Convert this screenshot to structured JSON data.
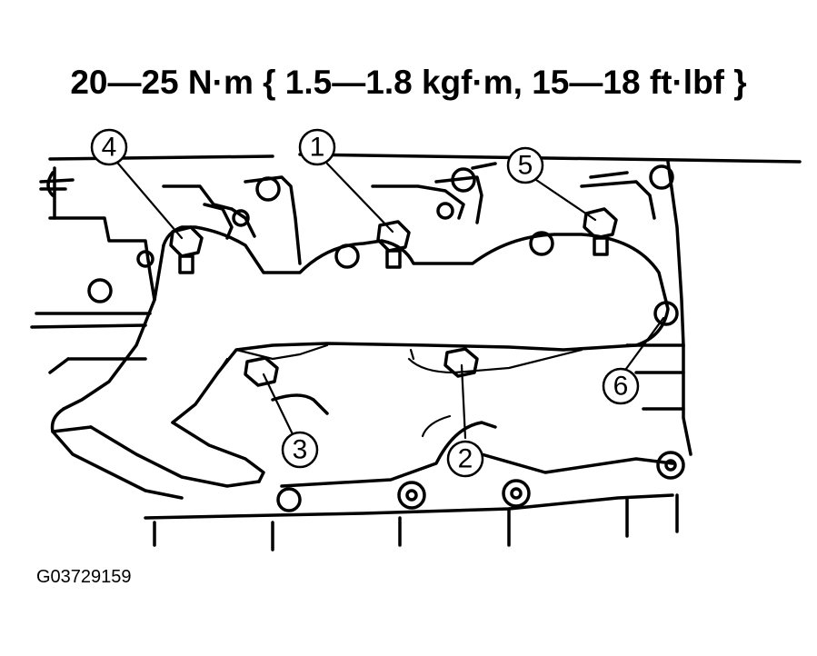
{
  "torque_spec": "20—25 N·m { 1.5—1.8 kgf·m, 15—18 ft·lbf }",
  "figure_id": "G03729159",
  "callouts": [
    "4",
    "1",
    "5",
    "6",
    "3",
    "2"
  ]
}
